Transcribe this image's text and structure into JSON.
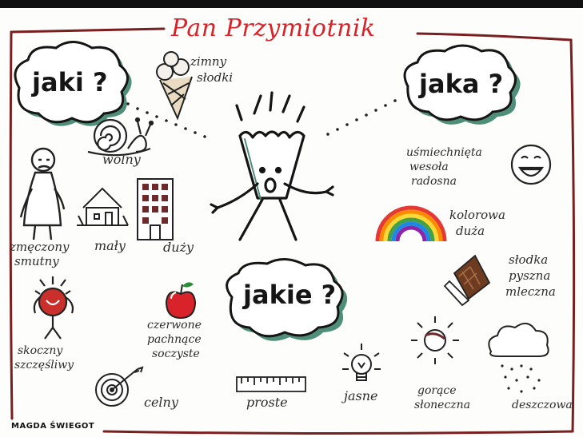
{
  "title": "Pan Przymiotnik",
  "clouds": {
    "jaki": "jaki ?",
    "jaka": "jaka ?",
    "jakie": "jakie ?"
  },
  "labels": {
    "zimny": "zimny",
    "slodki_ice": "słodki",
    "wolny": "wolny",
    "zmeczony": "zmęczony",
    "smutny": "smutny",
    "maly": "mały",
    "duzy": "duży",
    "skoczny": "skoczny",
    "szczesliwy": "szczęśliwy",
    "czerwone": "czerwone",
    "pachnace": "pachnące",
    "soczyste": "soczyste",
    "celny": "celny",
    "proste": "proste",
    "jasne": "jasne",
    "usmiechnieta": "uśmiechnięta",
    "wesola": "wesoła",
    "radosna": "radosna",
    "kolorowa": "kolorowa",
    "duza": "duża",
    "slodka": "słodka",
    "pyszna": "pyszna",
    "mleczna": "mleczna",
    "gorace": "gorące",
    "sloneczna": "słoneczna",
    "deszczowa": "deszczowa"
  },
  "author": "MAGDA ŚWIEGOT",
  "colors": {
    "title": "#d8232a",
    "frame": "#7a1f1f",
    "ink": "#1a1a1a",
    "cloud_shadow": "#4f8f7a"
  },
  "icons": [
    "ice-cream-icon",
    "snail-icon",
    "tired-person-icon",
    "small-house-icon",
    "tall-building-icon",
    "jumping-kid-icon",
    "apple-icon",
    "target-icon",
    "ruler-icon",
    "light-bulb-icon",
    "smiley-face-icon",
    "rainbow-icon",
    "chocolate-icon",
    "sun-icon",
    "rain-cloud-icon",
    "mr-adjective-figure"
  ]
}
